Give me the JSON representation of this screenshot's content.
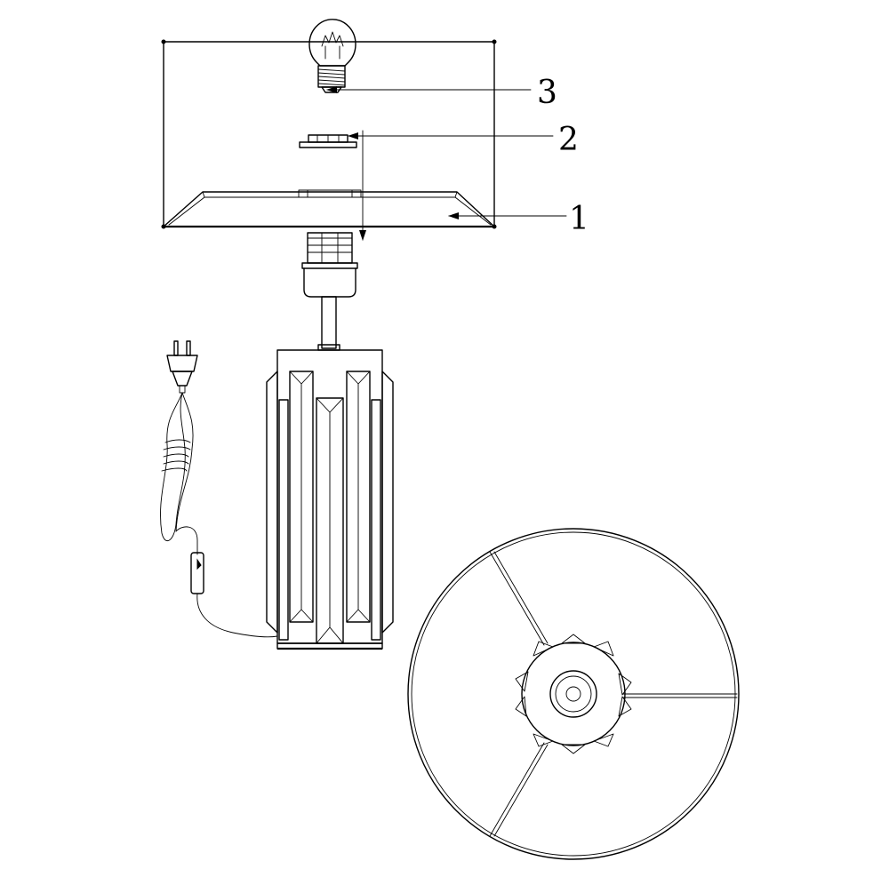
{
  "callouts": [
    {
      "number": "1",
      "part": "lampshade"
    },
    {
      "number": "2",
      "part": "shade-ring"
    },
    {
      "number": "3",
      "part": "bulb"
    }
  ]
}
